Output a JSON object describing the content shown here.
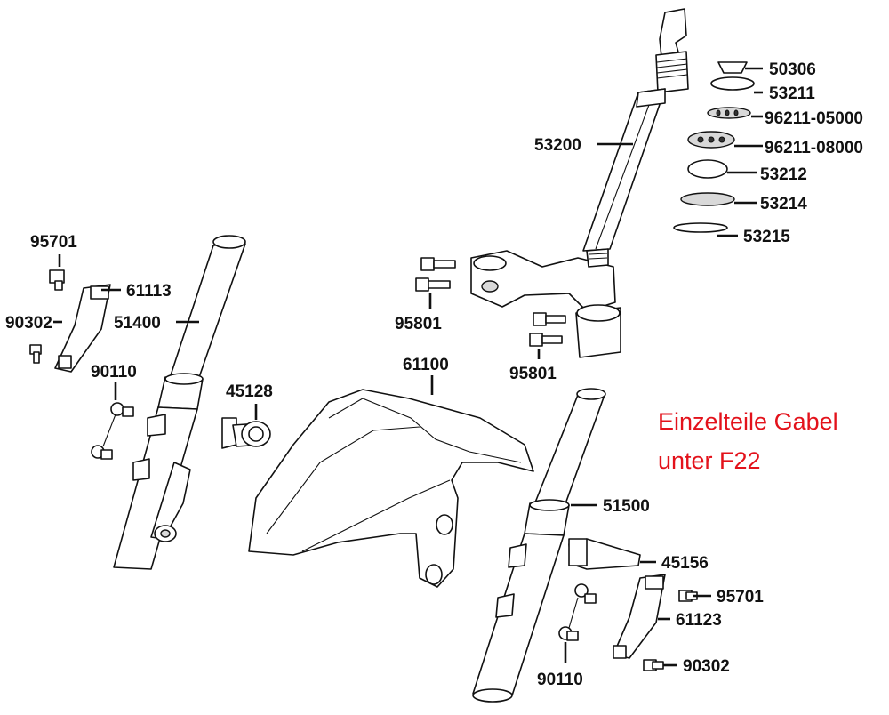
{
  "note": {
    "line1": "Einzelteile Gabel",
    "line2": "unter F22",
    "color": "#e3121b"
  },
  "labels": {
    "p50306": "50306",
    "p53211": "53211",
    "p96211_05000": "96211-05000",
    "p96211_08000": "96211-08000",
    "p53212": "53212",
    "p53214": "53214",
    "p53215": "53215",
    "p53200": "53200",
    "p95801_a": "95801",
    "p95801_b": "95801",
    "p95701_left": "95701",
    "p61113": "61113",
    "p90302_left": "90302",
    "p51400": "51400",
    "p90110_left": "90110",
    "p45128": "45128",
    "p61100": "61100",
    "p51500": "51500",
    "p45156": "45156",
    "p95701_right": "95701",
    "p61123": "61123",
    "p90110_right": "90110",
    "p90302_right": "90302"
  }
}
